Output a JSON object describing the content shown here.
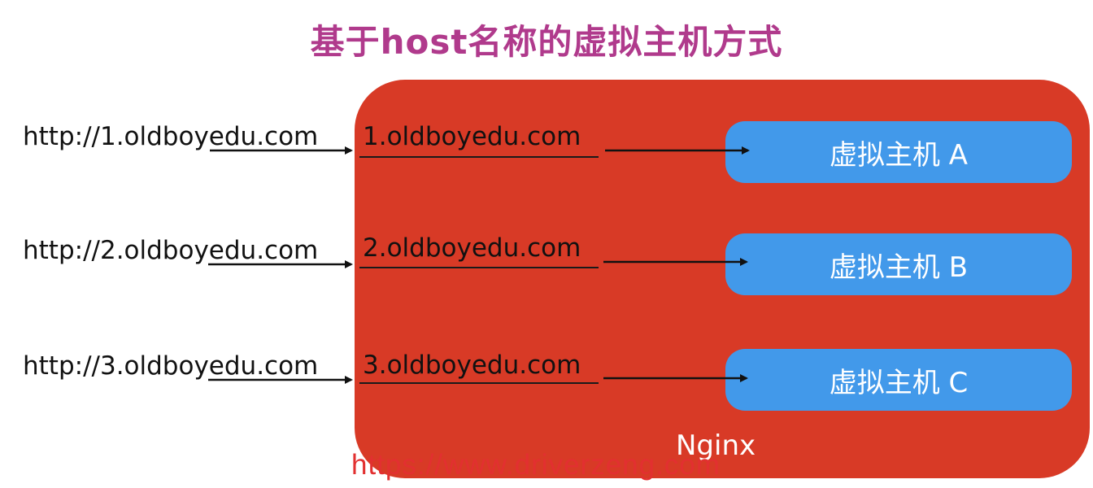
{
  "title": "基于host名称的虚拟主机方式",
  "requests": [
    {
      "url": "http://1.oldboyedu.com",
      "host": "1.oldboyedu.com",
      "vhost": "虚拟主机 A"
    },
    {
      "url": "http://2.oldboyedu.com",
      "host": "2.oldboyedu.com",
      "vhost": "虚拟主机 B"
    },
    {
      "url": "http://3.oldboyedu.com",
      "host": "3.oldboyedu.com",
      "vhost": "虚拟主机 C"
    }
  ],
  "server_label": "Nginx",
  "watermark": "https://www.driverzeng.com",
  "colors": {
    "title": "#b03a8c",
    "server_box": "#d83a26",
    "vhost_box": "#4299ea",
    "watermark": "#e23030"
  }
}
